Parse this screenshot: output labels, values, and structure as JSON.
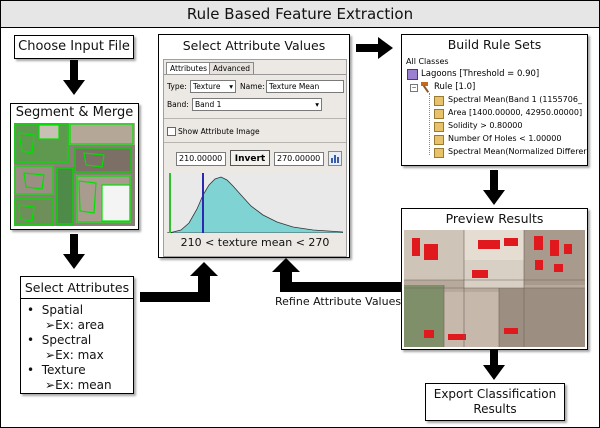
{
  "title": "Rule Based Feature Extraction",
  "steps": {
    "choose": "Choose Input File",
    "segment": "Segment & Merge",
    "select_attrs": "Select Attributes",
    "select_values": "Select Attribute Values",
    "build": "Build Rule Sets",
    "preview": "Preview Results",
    "export_line1": "Export Classification",
    "export_line2": "Results"
  },
  "attributes": {
    "items": [
      {
        "name": "Spatial",
        "example": "Ex: area"
      },
      {
        "name": "Spectral",
        "example": "Ex: max"
      },
      {
        "name": "Texture",
        "example": "Ex: mean"
      }
    ]
  },
  "attr_panel": {
    "tab_attributes": "Attributes",
    "tab_advanced": "Advanced",
    "type_label": "Type:",
    "type_value": "Texture",
    "name_label": "Name:",
    "name_value": "Texture Mean",
    "band_label": "Band:",
    "band_value": "Band 1",
    "show_image": "Show Attribute Image",
    "min_value": "210.00000",
    "invert": "Invert",
    "max_value": "270.00000",
    "caption": "210 < texture mean < 270"
  },
  "rules": {
    "root": "All Classes",
    "class_name": "Lagoons [Threshold = 0.90]",
    "rule": "Rule [1.0]",
    "items": [
      "Spectral Mean(Band 1 (1155706_",
      "Area [1400.00000, 42950.00000]",
      "Solidity > 0.80000",
      "Number Of Holes < 1.00000",
      "Spectral Mean(Normalized Differer"
    ]
  },
  "refine_label": "Refine Attribute Values",
  "colors": {
    "title_bg": "#e6e6e6",
    "class_swatch": "#9b7fd0",
    "histogram_fill": "#7fd3d3",
    "min_line": "#2fbf2f",
    "max_line": "#2a2ab0",
    "segment_edges": "#00e000"
  },
  "icons": [
    "down-arrow-icon",
    "right-arrow-icon",
    "elbow-arrow-icon",
    "checkbox-icon",
    "dropdown-icon",
    "hammer-icon",
    "tree-collapse-icon"
  ]
}
